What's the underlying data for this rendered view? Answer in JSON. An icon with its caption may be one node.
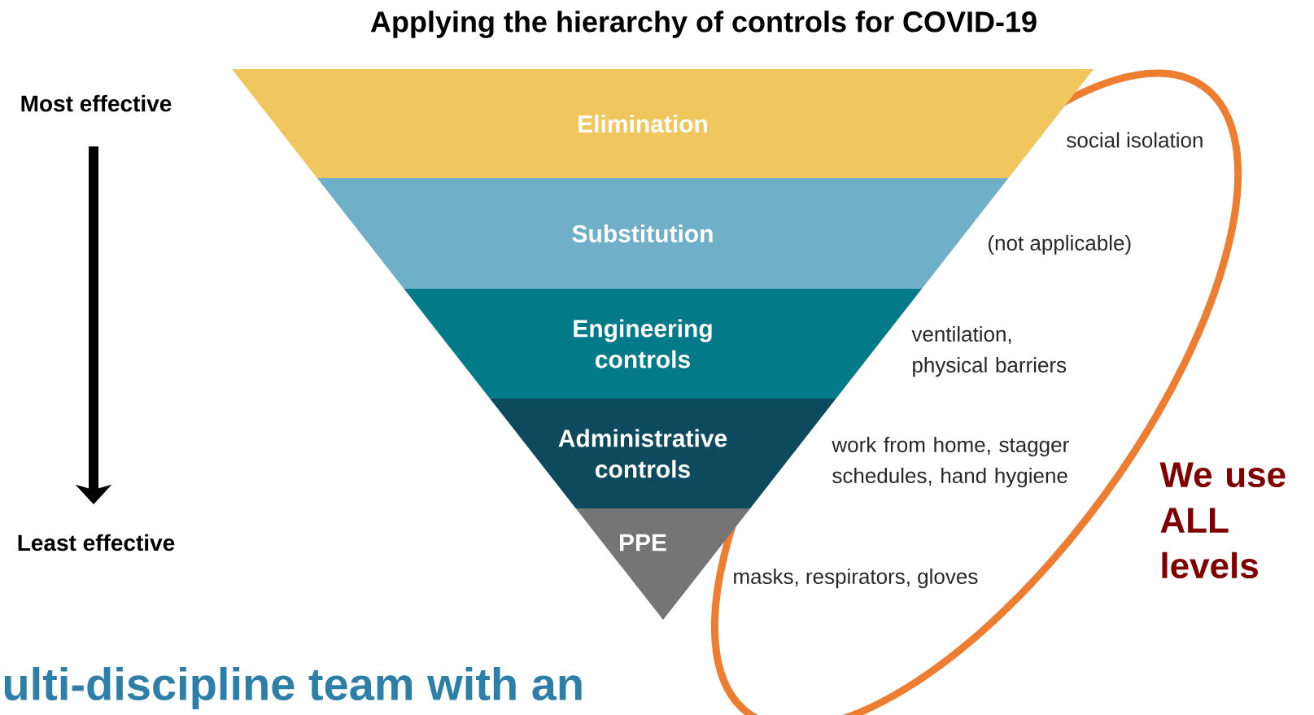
{
  "diagram": {
    "title": "Applying the hierarchy of controls for COVID-19",
    "nodes": [
      {
        "text": [
          "Elimination"
        ],
        "beside": [
          "social isolation"
        ]
      },
      {
        "text": [
          "Substitution"
        ],
        "beside": [
          "(not applicable)"
        ]
      },
      {
        "text": [
          "Engineering controls"
        ],
        "beside": [
          "ventilation, physical barriers"
        ]
      },
      {
        "text": [
          "Administrative controls"
        ],
        "beside": [
          "work from home, stagger schedules, hand hygiene"
        ]
      },
      {
        "text": [
          "PPE"
        ],
        "beside": [
          "masks, respirators, gloves"
        ]
      }
    ],
    "edges": [],
    "labels": [
      "Most effective",
      "Least effective",
      "We use ALL levels",
      "ulti-discipline team with an"
    ]
  }
}
